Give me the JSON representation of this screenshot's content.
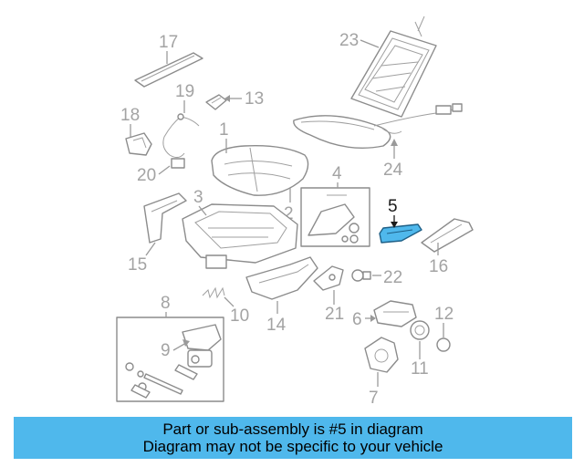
{
  "colors": {
    "caption_background": "#4fb8ec",
    "highlight_fill": "#4fb8ec",
    "line_gray": "#8c8c8c",
    "callout_gray": "#a3a3a3",
    "callout_highlight": "#1a1a1a"
  },
  "diagram": {
    "highlighted_part": "5",
    "callouts": {
      "p1": "1",
      "p2": "2",
      "p3": "3",
      "p4": "4",
      "p5": "5",
      "p6": "6",
      "p7": "7",
      "p8": "8",
      "p9": "9",
      "p10": "10",
      "p11": "11",
      "p12": "12",
      "p13": "13",
      "p14": "14",
      "p15": "15",
      "p16": "16",
      "p17": "17",
      "p18": "18",
      "p19": "19",
      "p20": "20",
      "p21": "21",
      "p22": "22",
      "p23": "23",
      "p24": "24"
    }
  },
  "caption": {
    "line1": "Part or sub-assembly is #5 in diagram",
    "line2": "Diagram may not be specific to your vehicle"
  }
}
